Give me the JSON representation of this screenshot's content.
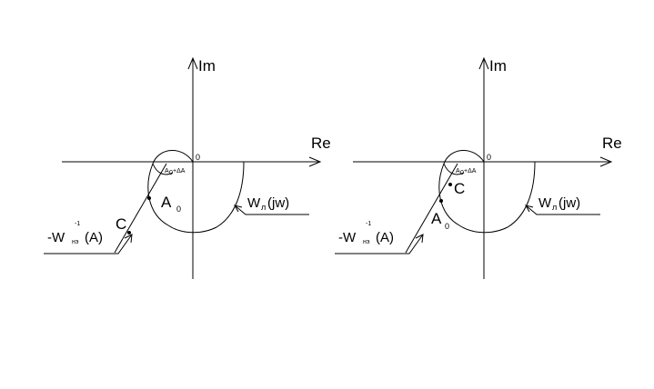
{
  "diagrams": [
    {
      "axis_im": "Im",
      "axis_re": "Re",
      "origin": "0",
      "curve_label_main": "W",
      "curve_label_sub": "л",
      "curve_label_tail": "(jw)",
      "inv_label_prefix": "-W",
      "inv_label_sub": "нэ",
      "inv_label_sup": "-1",
      "inv_label_tail": "(A)",
      "point_a0_main": "A",
      "point_a0_sub": "0",
      "point_c": "C",
      "point_a0da": "A",
      "point_a0da_sub": "0",
      "point_a0da_tail": "+ΔA"
    },
    {
      "axis_im": "Im",
      "axis_re": "Re",
      "origin": "0",
      "curve_label_main": "W",
      "curve_label_sub": "л",
      "curve_label_tail": "(jw)",
      "inv_label_prefix": "-W",
      "inv_label_sub": "нэ",
      "inv_label_sup": "-1",
      "inv_label_tail": "(A)",
      "point_a0_main": "A",
      "point_a0_sub": "0",
      "point_c": "C",
      "point_a0da": "A",
      "point_a0da_sub": "0",
      "point_a0da_tail": "+ΔA"
    }
  ]
}
